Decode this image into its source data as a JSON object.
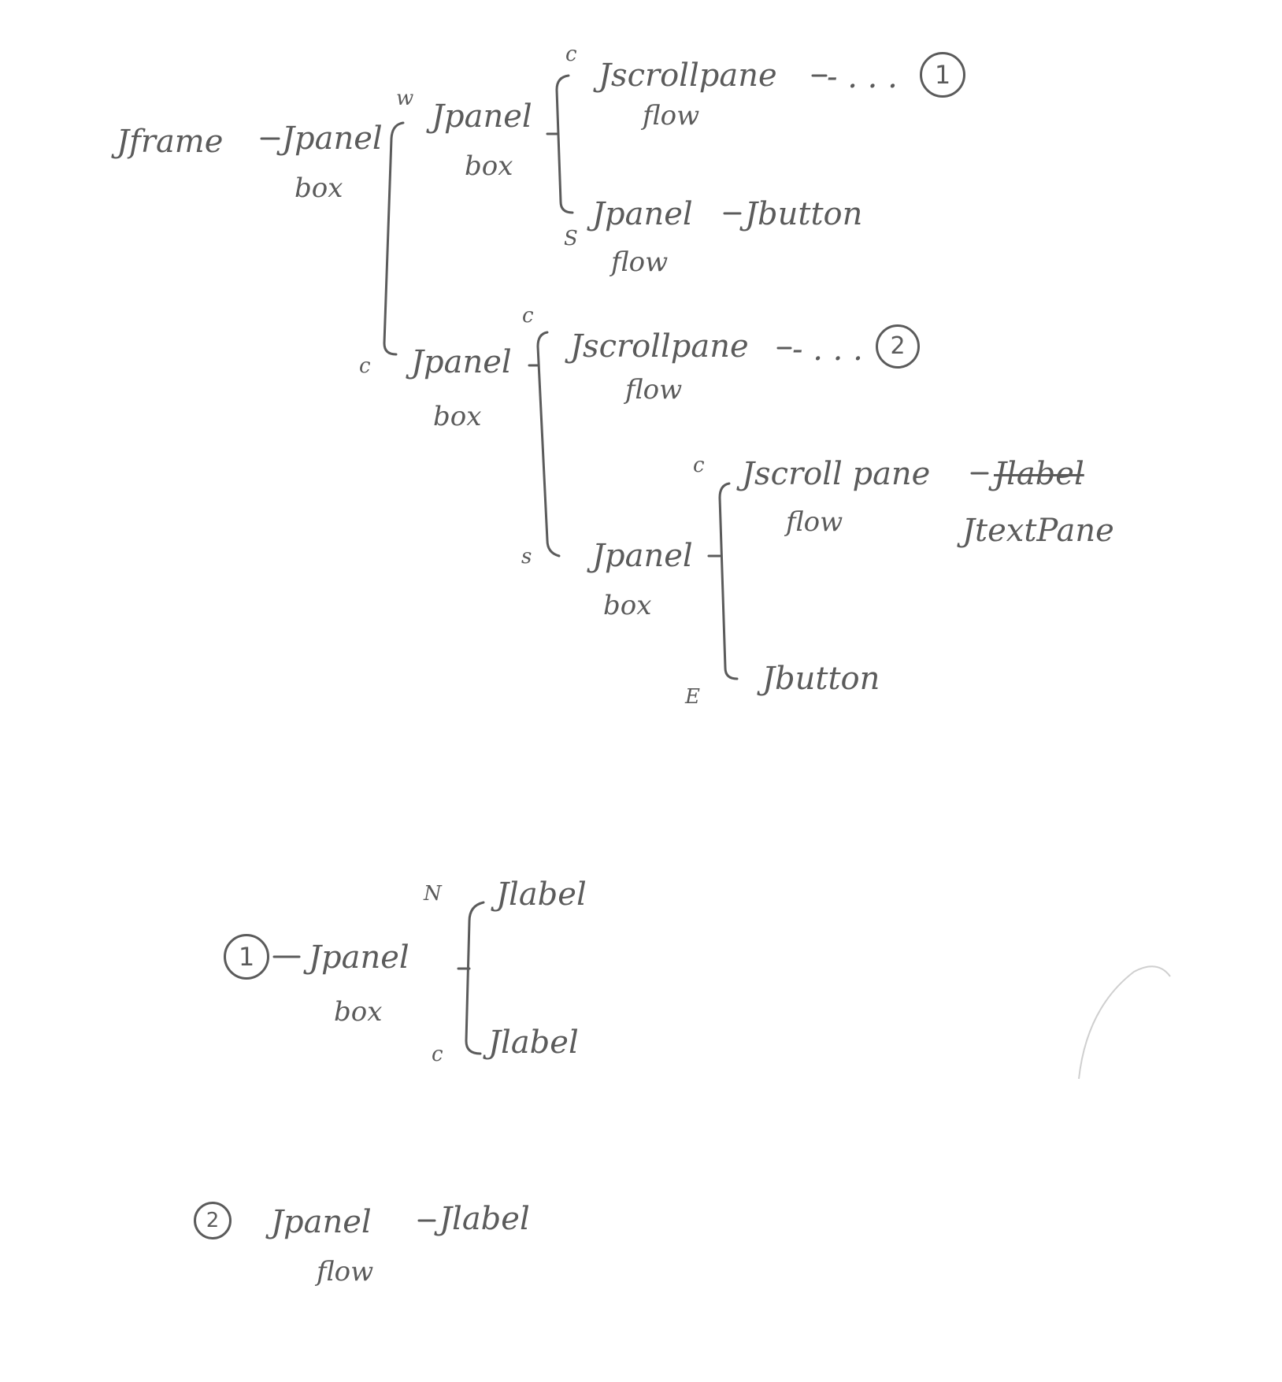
{
  "tree": {
    "root": "Jframe",
    "dash": "-",
    "ellipsis": "- . . .",
    "n1": {
      "name": "Jpanel",
      "layout": "box"
    },
    "n2": {
      "edge": "w",
      "name": "Jpanel",
      "layout": "box"
    },
    "n3": {
      "edge": "c",
      "name": "Jscrollpane",
      "layout": "flow",
      "ref": "1"
    },
    "n4": {
      "edge": "S",
      "name": "Jpanel",
      "layout": "flow",
      "child": "Jbutton"
    },
    "n5": {
      "edge": "c",
      "name": "Jpanel",
      "layout": "box"
    },
    "n6": {
      "edge": "c",
      "name": "Jscrollpane",
      "layout": "flow",
      "ref": "2"
    },
    "n7": {
      "edge": "s",
      "name": "Jpanel",
      "layout": "box"
    },
    "n8": {
      "edge": "c",
      "name": "Jscroll pane",
      "layout": "flow",
      "child_struck": "Jlabel",
      "child": "JtextPane"
    },
    "n9": {
      "edge": "E",
      "name": "Jbutton"
    }
  },
  "legend1": {
    "ref": "1",
    "name": "Jpanel",
    "layout": "box",
    "top_edge": "N",
    "top_child": "Jlabel",
    "bottom_edge": "c",
    "bottom_child": "Jlabel"
  },
  "legend2": {
    "ref": "2",
    "name": "Jpanel",
    "layout": "flow",
    "child": "Jlabel"
  },
  "colors": {
    "pencil": "#5b5b5b",
    "paper": "#ffffff"
  }
}
